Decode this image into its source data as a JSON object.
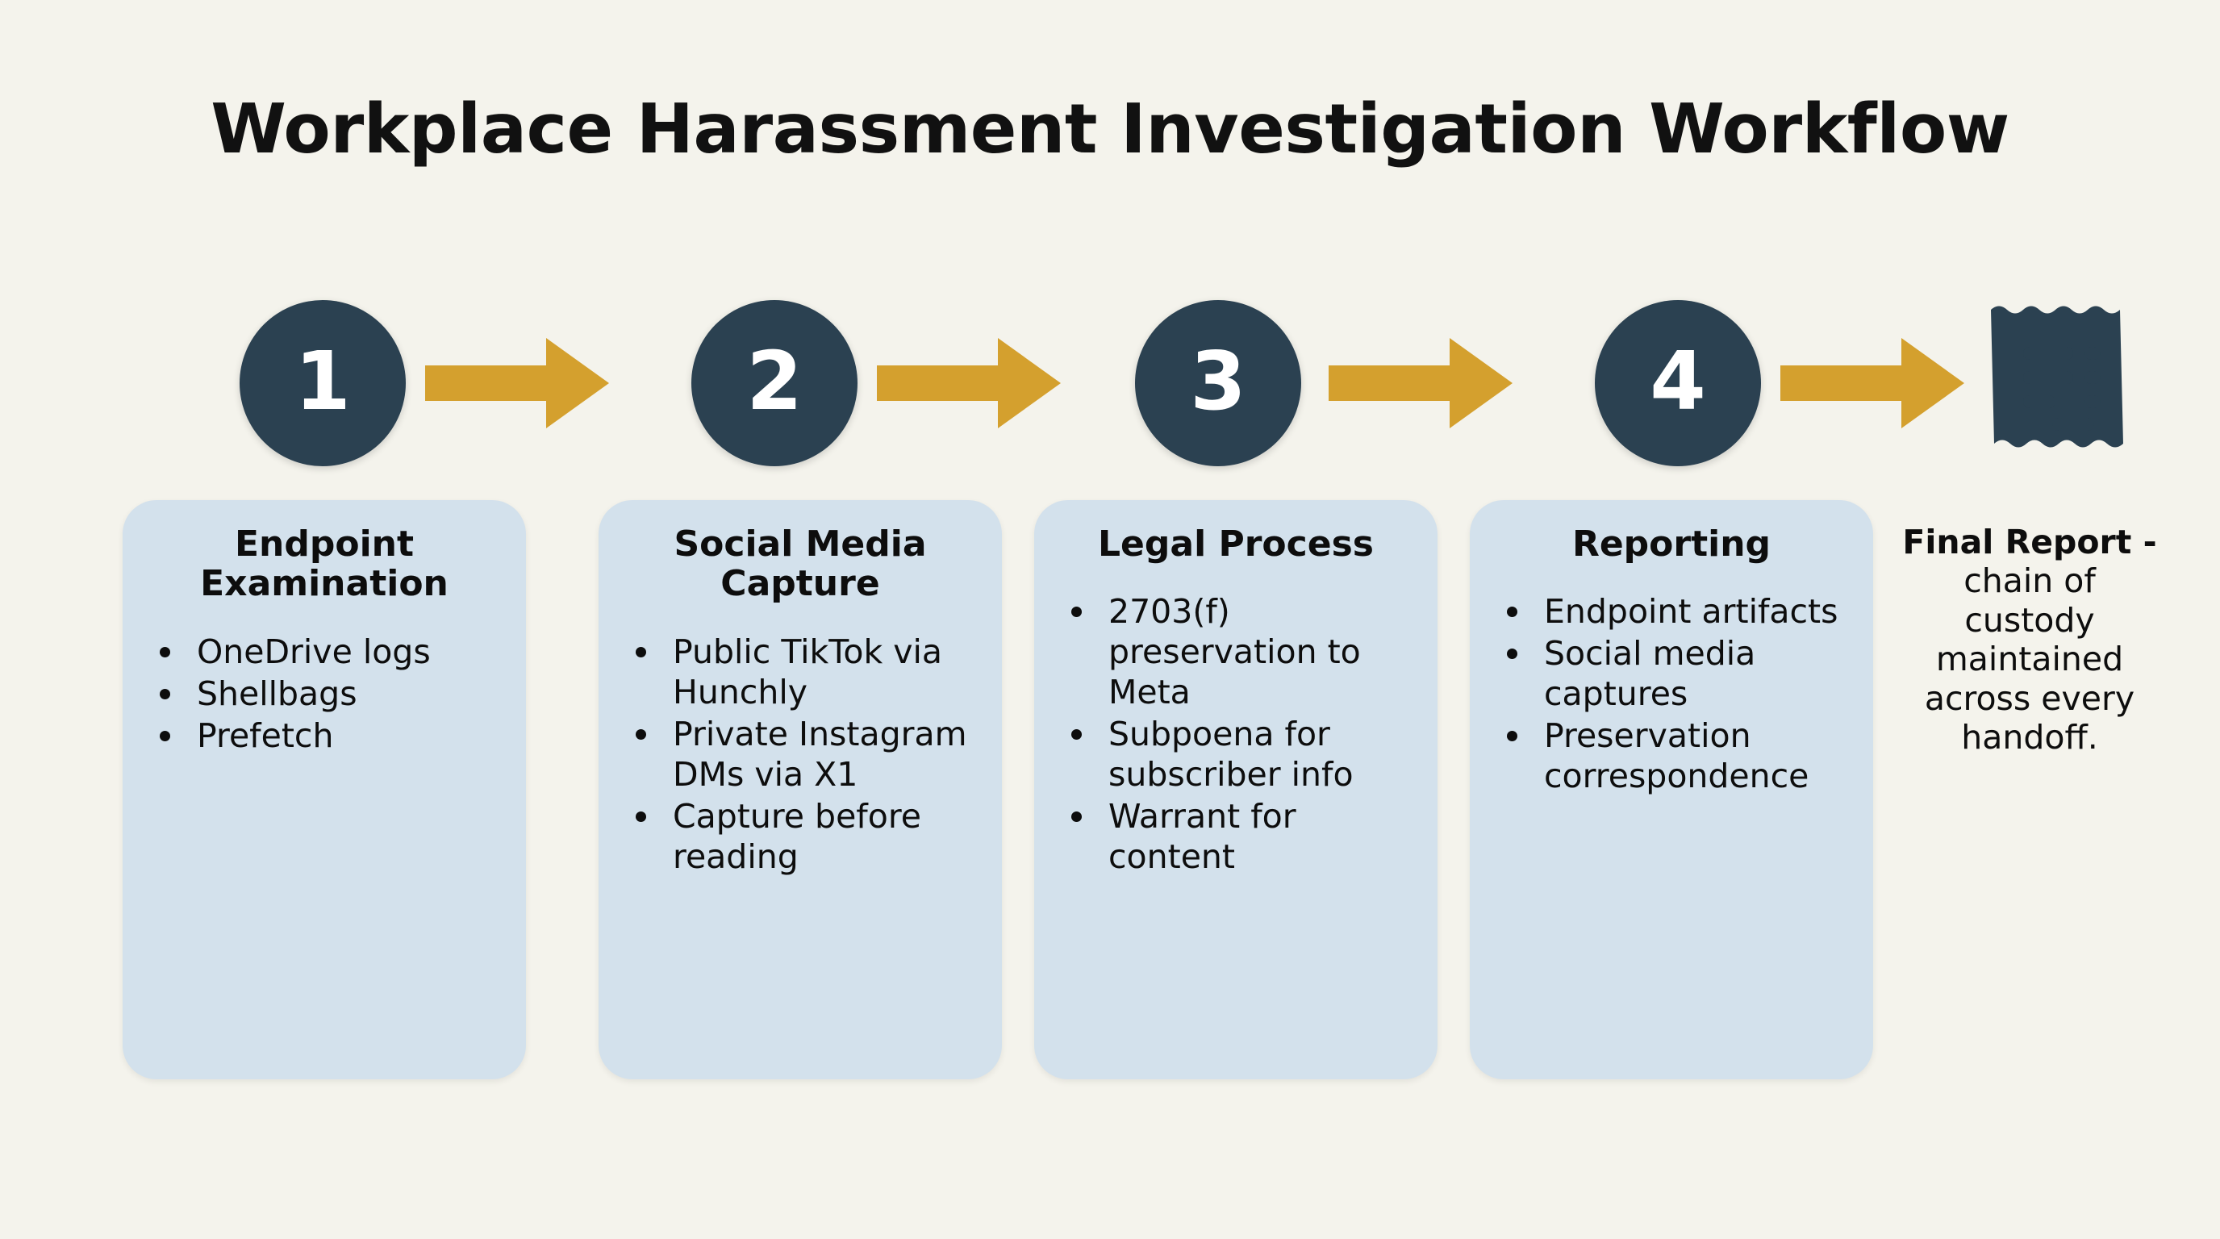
{
  "title": "Workplace Harassment Investigation Workflow",
  "colors": {
    "background": "#F4F3EC",
    "circle": "#2B4151",
    "circle_text": "#FFFFFF",
    "arrow": "#D4A02E",
    "card": "#D3E1EC",
    "text": "#0D0D0D",
    "icon": "#2B4151"
  },
  "steps": [
    {
      "number": "1",
      "title": "Endpoint Examination",
      "bullets": [
        "OneDrive logs",
        "Shellbags",
        "Prefetch"
      ]
    },
    {
      "number": "2",
      "title": "Social Media Capture",
      "bullets": [
        "Public TikTok via Hunchly",
        "Private Instagram DMs via X1",
        "Capture before reading"
      ]
    },
    {
      "number": "3",
      "title": "Legal Process",
      "bullets": [
        "2703(f) preservation to Meta",
        "Subpoena for subscriber info",
        "Warrant for content"
      ]
    },
    {
      "number": "4",
      "title": "Reporting",
      "bullets": [
        "Endpoint artifacts",
        "Social media captures",
        "Preservation correspondence"
      ]
    }
  ],
  "arrows": [
    {
      "name": "arrow-step-1-to-2"
    },
    {
      "name": "arrow-step-2-to-3"
    },
    {
      "name": "arrow-step-3-to-4"
    },
    {
      "name": "arrow-step-4-to-report"
    }
  ],
  "final": {
    "icon": "receipt-document-icon",
    "heading": "Final Report -",
    "body": "chain of custody maintained across every handoff."
  }
}
